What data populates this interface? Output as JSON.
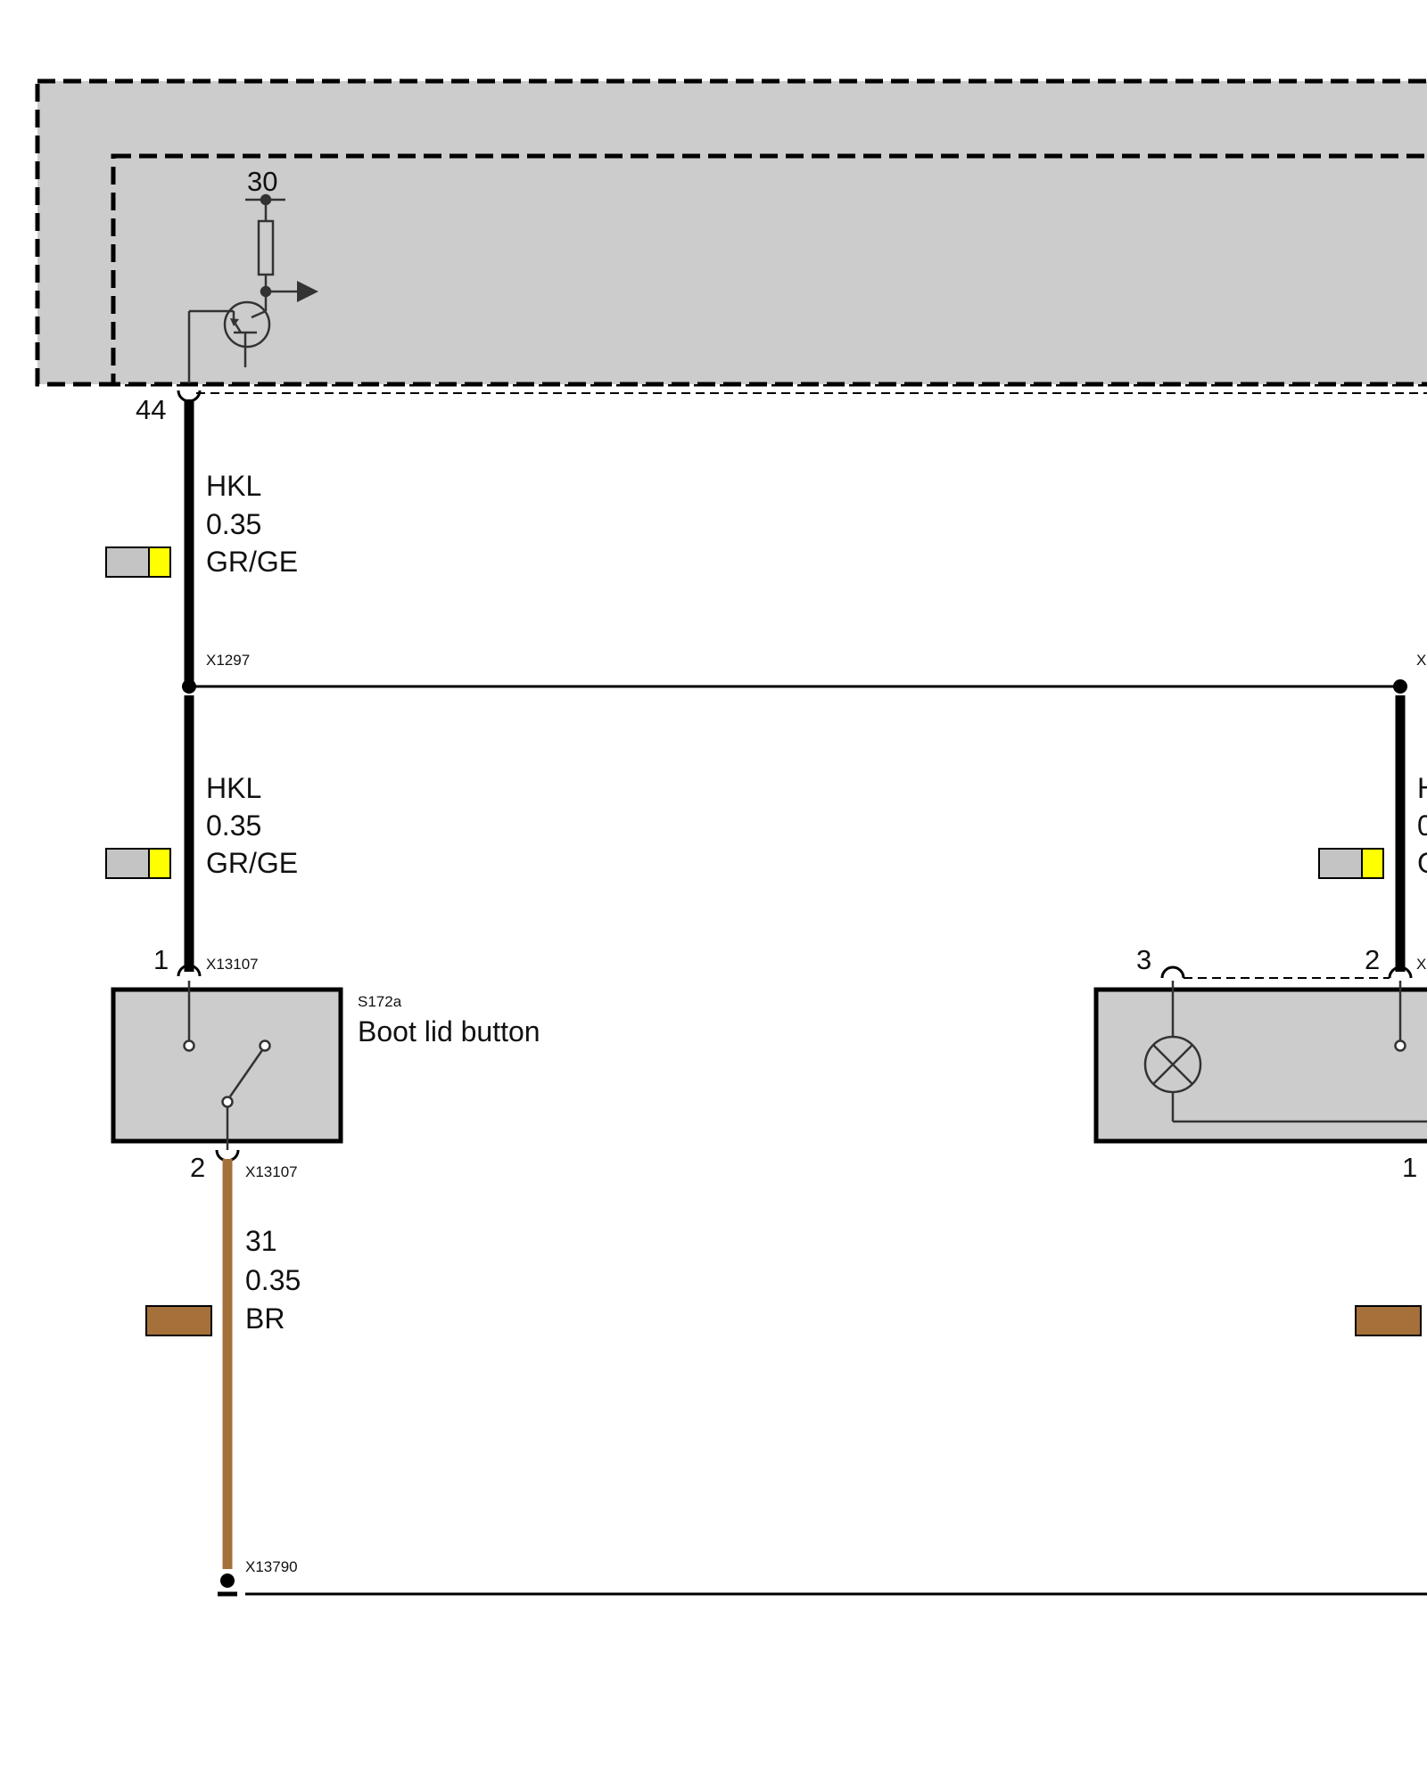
{
  "connectors": {
    "top_pin": "30",
    "module_pin": "44",
    "splice_left": "X1297",
    "switch_pin_top_num": "1",
    "switch_pin_top_id": "X13107",
    "switch_pin_bottom_num": "2",
    "switch_pin_bottom_id": "X13107",
    "ground_id": "X13790",
    "right_pin_3": "3",
    "right_pin_2": "2",
    "right_pin_1": "1",
    "right_splice_cut": "X",
    "right_pin2_id_cut": "X"
  },
  "wires": {
    "upper_left": {
      "signal": "HKL",
      "gauge": "0.35",
      "color_code": "GR/GE"
    },
    "lower_left": {
      "signal": "HKL",
      "gauge": "0.35",
      "color_code": "GR/GE"
    },
    "right_cut": {
      "signal": "H",
      "gauge": "0",
      "color_code": "G"
    },
    "ground": {
      "signal": "31",
      "gauge": "0.35",
      "color_code": "BR"
    }
  },
  "components": {
    "switch_id": "S172a",
    "switch_name": "Boot lid button"
  },
  "colors": {
    "module_fill": "#cccccc",
    "wire_black": "#000000",
    "wire_brown": "#a6703a",
    "swatch_grey": "#c4c4c4",
    "swatch_yellow": "#ffff00",
    "swatch_brown": "#a6703a"
  }
}
